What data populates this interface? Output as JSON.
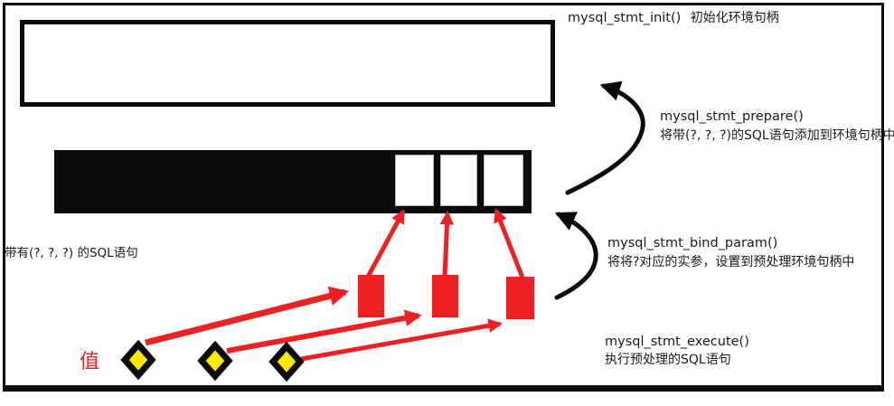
{
  "title": "MySQL prepared statement flow diagram",
  "colors": {
    "accent_red": "#ed2024",
    "diamond_yellow": "#fae800"
  },
  "steps": [
    {
      "fn": "mysql_stmt_init()",
      "desc": "初始化环境句柄"
    },
    {
      "fn": "mysql_stmt_prepare()",
      "desc": "将带(?, ?, ?)的SQL语句添加到环境句柄中"
    },
    {
      "fn": "mysql_stmt_bind_param()",
      "desc": "将将?对应的实参，设置到预处理环境句柄中"
    },
    {
      "fn": "mysql_stmt_execute()",
      "desc": "执行预处理的SQL语句"
    }
  ],
  "annotations": {
    "sql_label": "带有(?, ?, ?) 的SQL语句",
    "value_label": "值"
  },
  "shapes": {
    "env_handle_box": "empty statement environment handle",
    "sql_bar_placeholders": 3,
    "param_boxes": 3,
    "value_diamonds": 3
  }
}
